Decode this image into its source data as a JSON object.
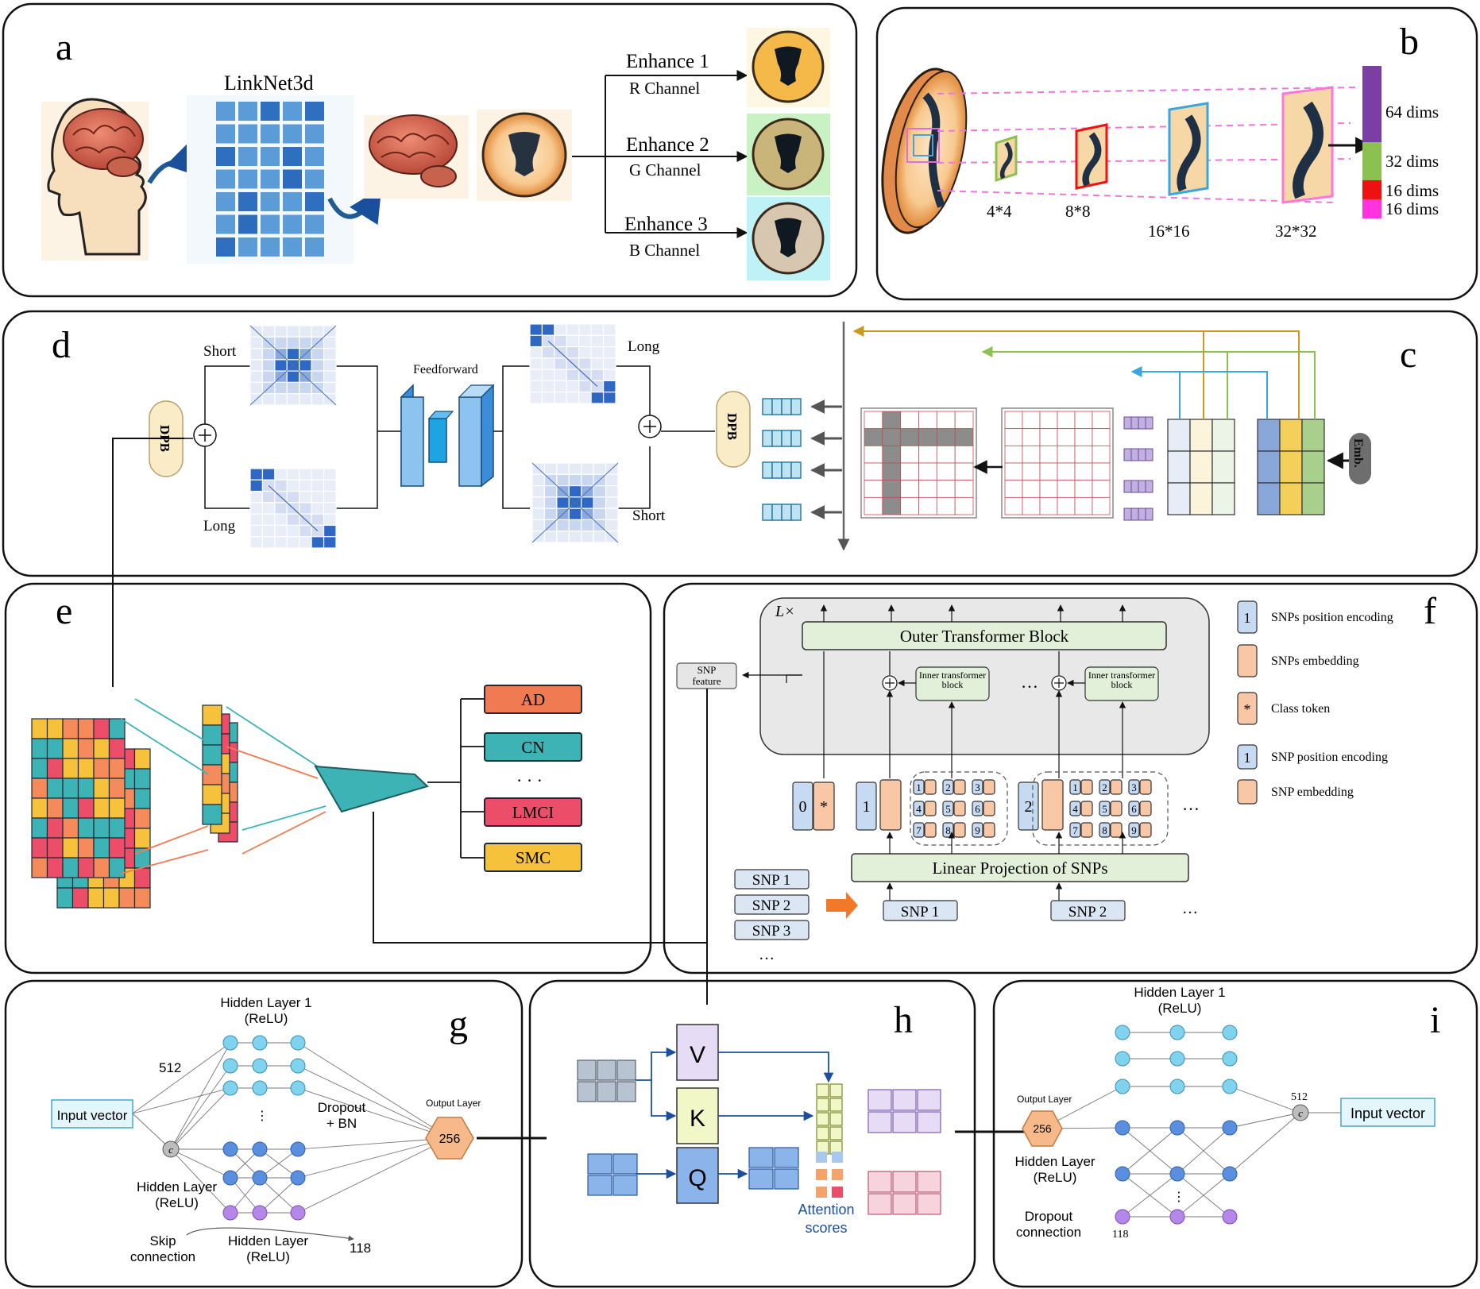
{
  "colors": {
    "panel_border": "#111111",
    "grid_blue_dark": "#2f6fc0",
    "grid_blue_mid": "#5b9bd8",
    "grid_blue_light": "#a9cdee",
    "teal": "#3eb3b5",
    "red": "#ec4e6a",
    "orange": "#f58a5b",
    "yellow": "#f6c23c",
    "purple": "#7b3fa3",
    "green": "#8cc152",
    "bright_red": "#ee1111",
    "magenta": "#ff33dd",
    "peach": "#f7c7a6",
    "lightblue_token": "#c6daf1",
    "cream": "#fbf3da",
    "mint": "#ecf3e7",
    "output_hex": "#f8b98a",
    "node_cyan": "#7fd3ee",
    "node_blue": "#5a8fe0",
    "node_purple": "#b587e8"
  },
  "panels": {
    "a": {
      "letter": "a",
      "linknet_label": "LinkNet3d",
      "enhance": [
        {
          "title": "Enhance 1",
          "channel": "R Channel"
        },
        {
          "title": "Enhance 2",
          "channel": "G Channel"
        },
        {
          "title": "Enhance 3",
          "channel": "B Channel"
        }
      ]
    },
    "b": {
      "letter": "b",
      "scales": [
        "4*4",
        "8*8",
        "16*16",
        "32*32"
      ],
      "dims": [
        "64 dims",
        "32 dims",
        "16 dims",
        "16 dims"
      ],
      "dims_values": [
        64,
        32,
        16,
        16
      ]
    },
    "c": {
      "letter": "c",
      "emb_label": "Emb."
    },
    "d": {
      "letter": "d",
      "dpb_label": "DPB",
      "short_label": "Short",
      "long_label": "Long",
      "feedforward_label": "Feedforward"
    },
    "e": {
      "letter": "e",
      "classes": [
        "AD",
        "CN",
        "LMCI",
        "SMC"
      ],
      "ellipsis": "· · ·"
    },
    "f": {
      "letter": "f",
      "lx_label": "L×",
      "outer_block": "Outer Transformer Block",
      "inner_block": "Inner transformer block",
      "snp_feature": "SNP feature",
      "linear_projection": "Linear Projection of SNPs",
      "snp_list": [
        "SNP 1",
        "SNP 2",
        "SNP 3"
      ],
      "snp_inputs": [
        "SNP 1",
        "SNP 2"
      ],
      "ellipsis": "…",
      "token_digits": [
        "0",
        "1",
        "2"
      ],
      "class_token_symbol": "*",
      "grid_digits": [
        "1",
        "2",
        "3",
        "4",
        "5",
        "6",
        "7",
        "8",
        "9"
      ],
      "legend": [
        {
          "symbol": "1",
          "text": "SNPs position encoding"
        },
        {
          "symbol": "",
          "text": "SNPs embedding"
        },
        {
          "symbol": "*",
          "text": "Class token"
        },
        {
          "symbol": "1",
          "text": "SNP position encoding"
        },
        {
          "symbol": "",
          "text": "SNP embedding"
        }
      ]
    },
    "g": {
      "letter": "g",
      "hidden1": "Hidden Layer 1\n(ReLU)",
      "n512": "512",
      "dropout": "Dropout\n+ BN",
      "output_layer": "Output Layer",
      "n256": "256",
      "input_vector": "Input vector",
      "hidden_layer": "Hidden Layer\n(ReLU)",
      "skip": "Skip\nconnection",
      "hidden_layer_bottom": "Hidden Layer\n(ReLU)",
      "n118": "118",
      "concat_symbol": "c"
    },
    "h": {
      "letter": "h",
      "v": "V",
      "k": "K",
      "q": "Q",
      "attention": "Attention\nscores"
    },
    "i": {
      "letter": "i",
      "hidden1": "Hidden Layer 1\n(ReLU)",
      "output_layer": "Output Layer",
      "n256": "256",
      "hidden_layer": "Hidden Layer\n(ReLU)",
      "dropout": "Dropout\nconnection",
      "n118": "118",
      "n512": "512",
      "input_vector": "Input vector",
      "concat_symbol": "c"
    }
  }
}
